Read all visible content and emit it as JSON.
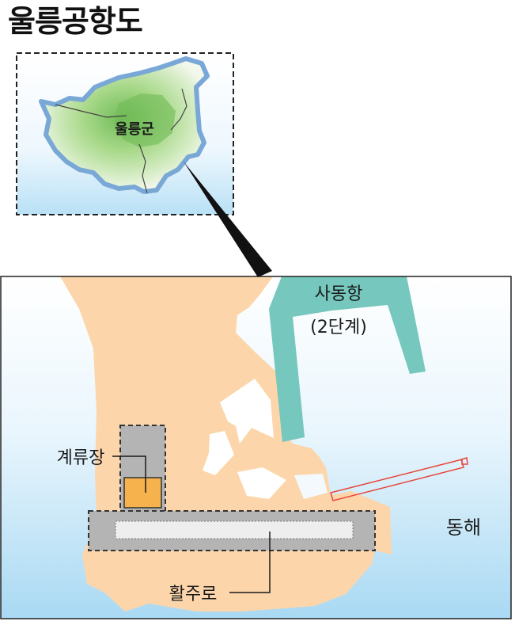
{
  "title": "울릉공항도",
  "inset": {
    "island_label": "울릉군"
  },
  "labels": {
    "port_name": "사동항",
    "port_phase": "(2단계)",
    "mooring": "계류장",
    "runway": "활주로",
    "sea": "동해"
  },
  "colors": {
    "land": "#fcd6aa",
    "breakwater": "#76c7bd",
    "apron": "#b4b4b4",
    "mooring_fill": "#f6b24d",
    "runway_strip": "#eeeeee",
    "sea_top": "#ffffff",
    "sea_bottom": "#a9d9f3",
    "island_green": "#6fbb57",
    "island_coast": "#7aa8d6"
  }
}
